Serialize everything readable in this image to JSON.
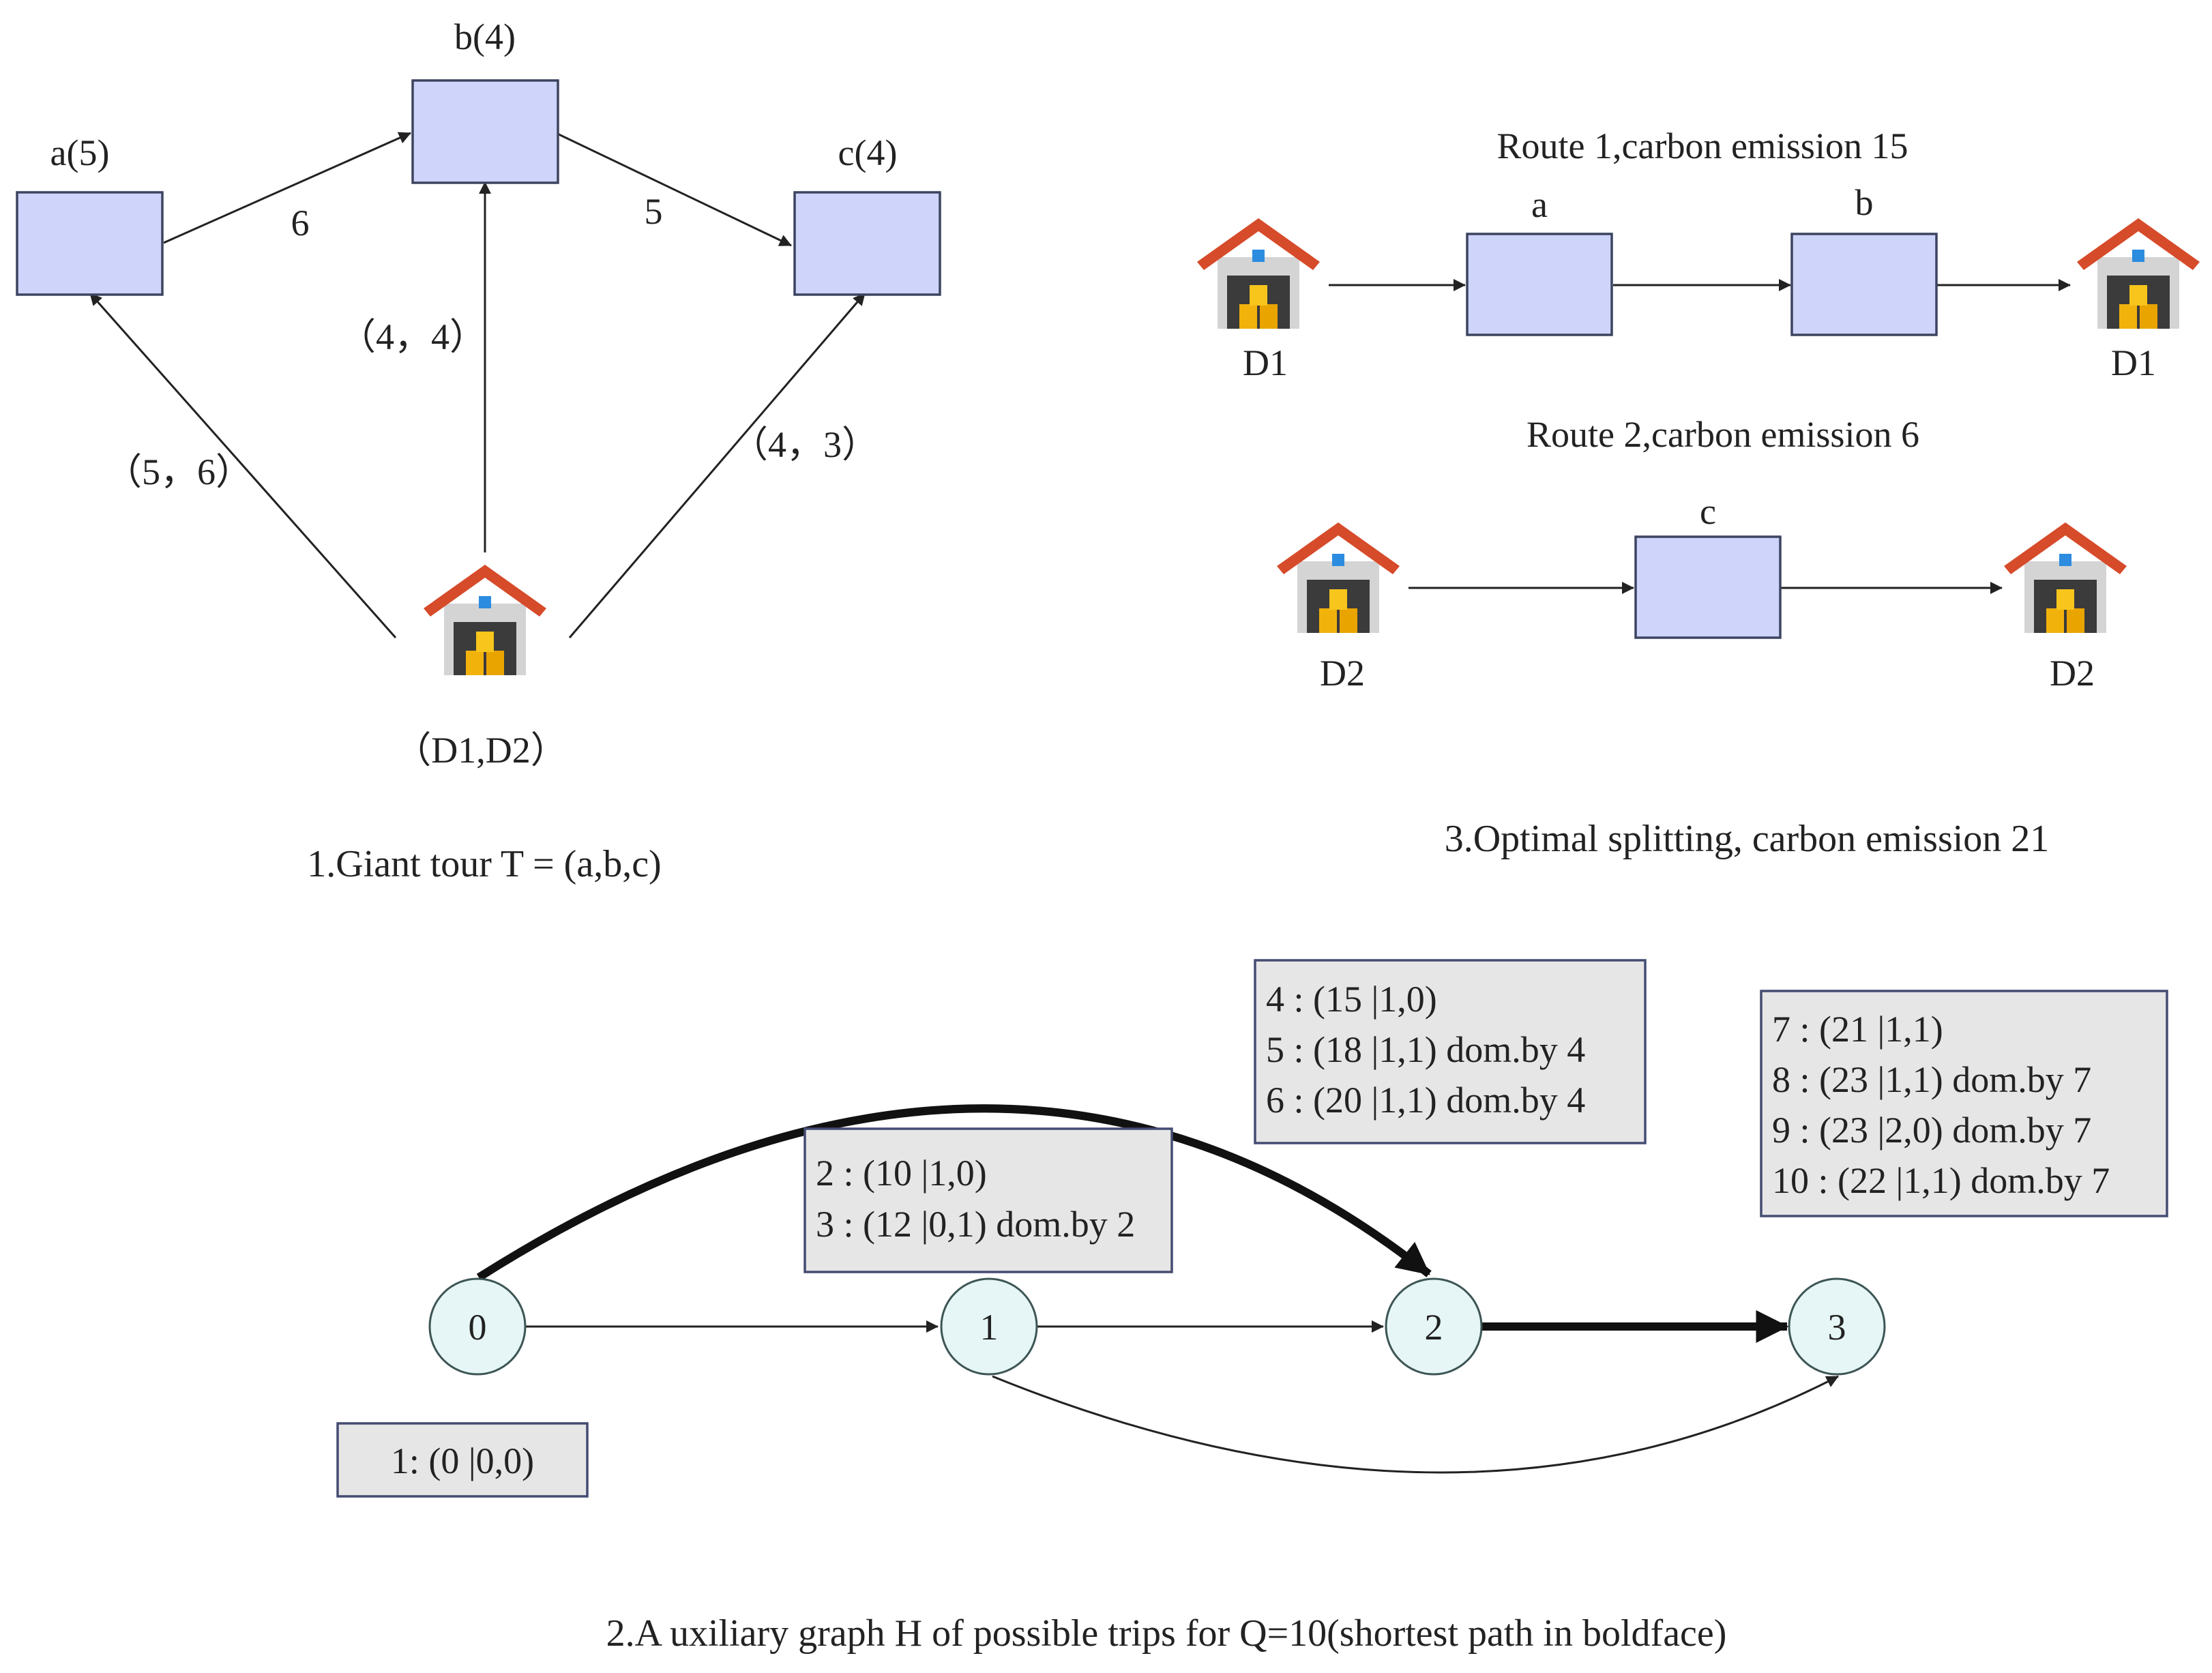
{
  "panel1": {
    "nodes": [
      {
        "id": "a",
        "label": "a(5)"
      },
      {
        "id": "b",
        "label": "b(4)"
      },
      {
        "id": "c",
        "label": "c(4)"
      }
    ],
    "edge_labels": {
      "ab": "6",
      "bc": "5",
      "depot_a": "（5，6）",
      "depot_b": "（4，4）",
      "depot_c": "（4，3）"
    },
    "depot_label": "（D1,D2）",
    "caption": "1.Giant tour T = (a,b,c)"
  },
  "panel3": {
    "route1": {
      "title": "Route 1,carbon emission 15",
      "start": "D1",
      "end": "D1",
      "stops": [
        "a",
        "b"
      ]
    },
    "route2": {
      "title": "Route 2,carbon emission 6",
      "start": "D2",
      "end": "D2",
      "stops": [
        "c"
      ]
    },
    "caption": "3.Optimal splitting, carbon emission 21"
  },
  "panel2": {
    "nodes": [
      "0",
      "1",
      "2",
      "3"
    ],
    "labels_node0": [
      "1: (0 |0,0)"
    ],
    "labels_node1": [
      "2 : (10 |1,0)",
      "3 : (12 |0,1) dom.by 2"
    ],
    "labels_node2": [
      "4 : (15 |1,0)",
      "5 : (18 |1,1) dom.by 4",
      "6 : (20 |1,1) dom.by 4"
    ],
    "labels_node3": [
      "7 : (21 |1,1)",
      "8 : (23 |1,1) dom.by 7",
      "9 : (23 |2,0) dom.by 7",
      "10 : (22 |1,1) dom.by 7"
    ],
    "caption": "2.A uxiliary graph H of possible trips for Q=10(shortest path in boldface)"
  },
  "colors": {
    "node_box": "#cfd5fa",
    "label_box": "#e6e6e6",
    "graph_node": "#e6f6f6",
    "roof": "#d64b2a"
  }
}
